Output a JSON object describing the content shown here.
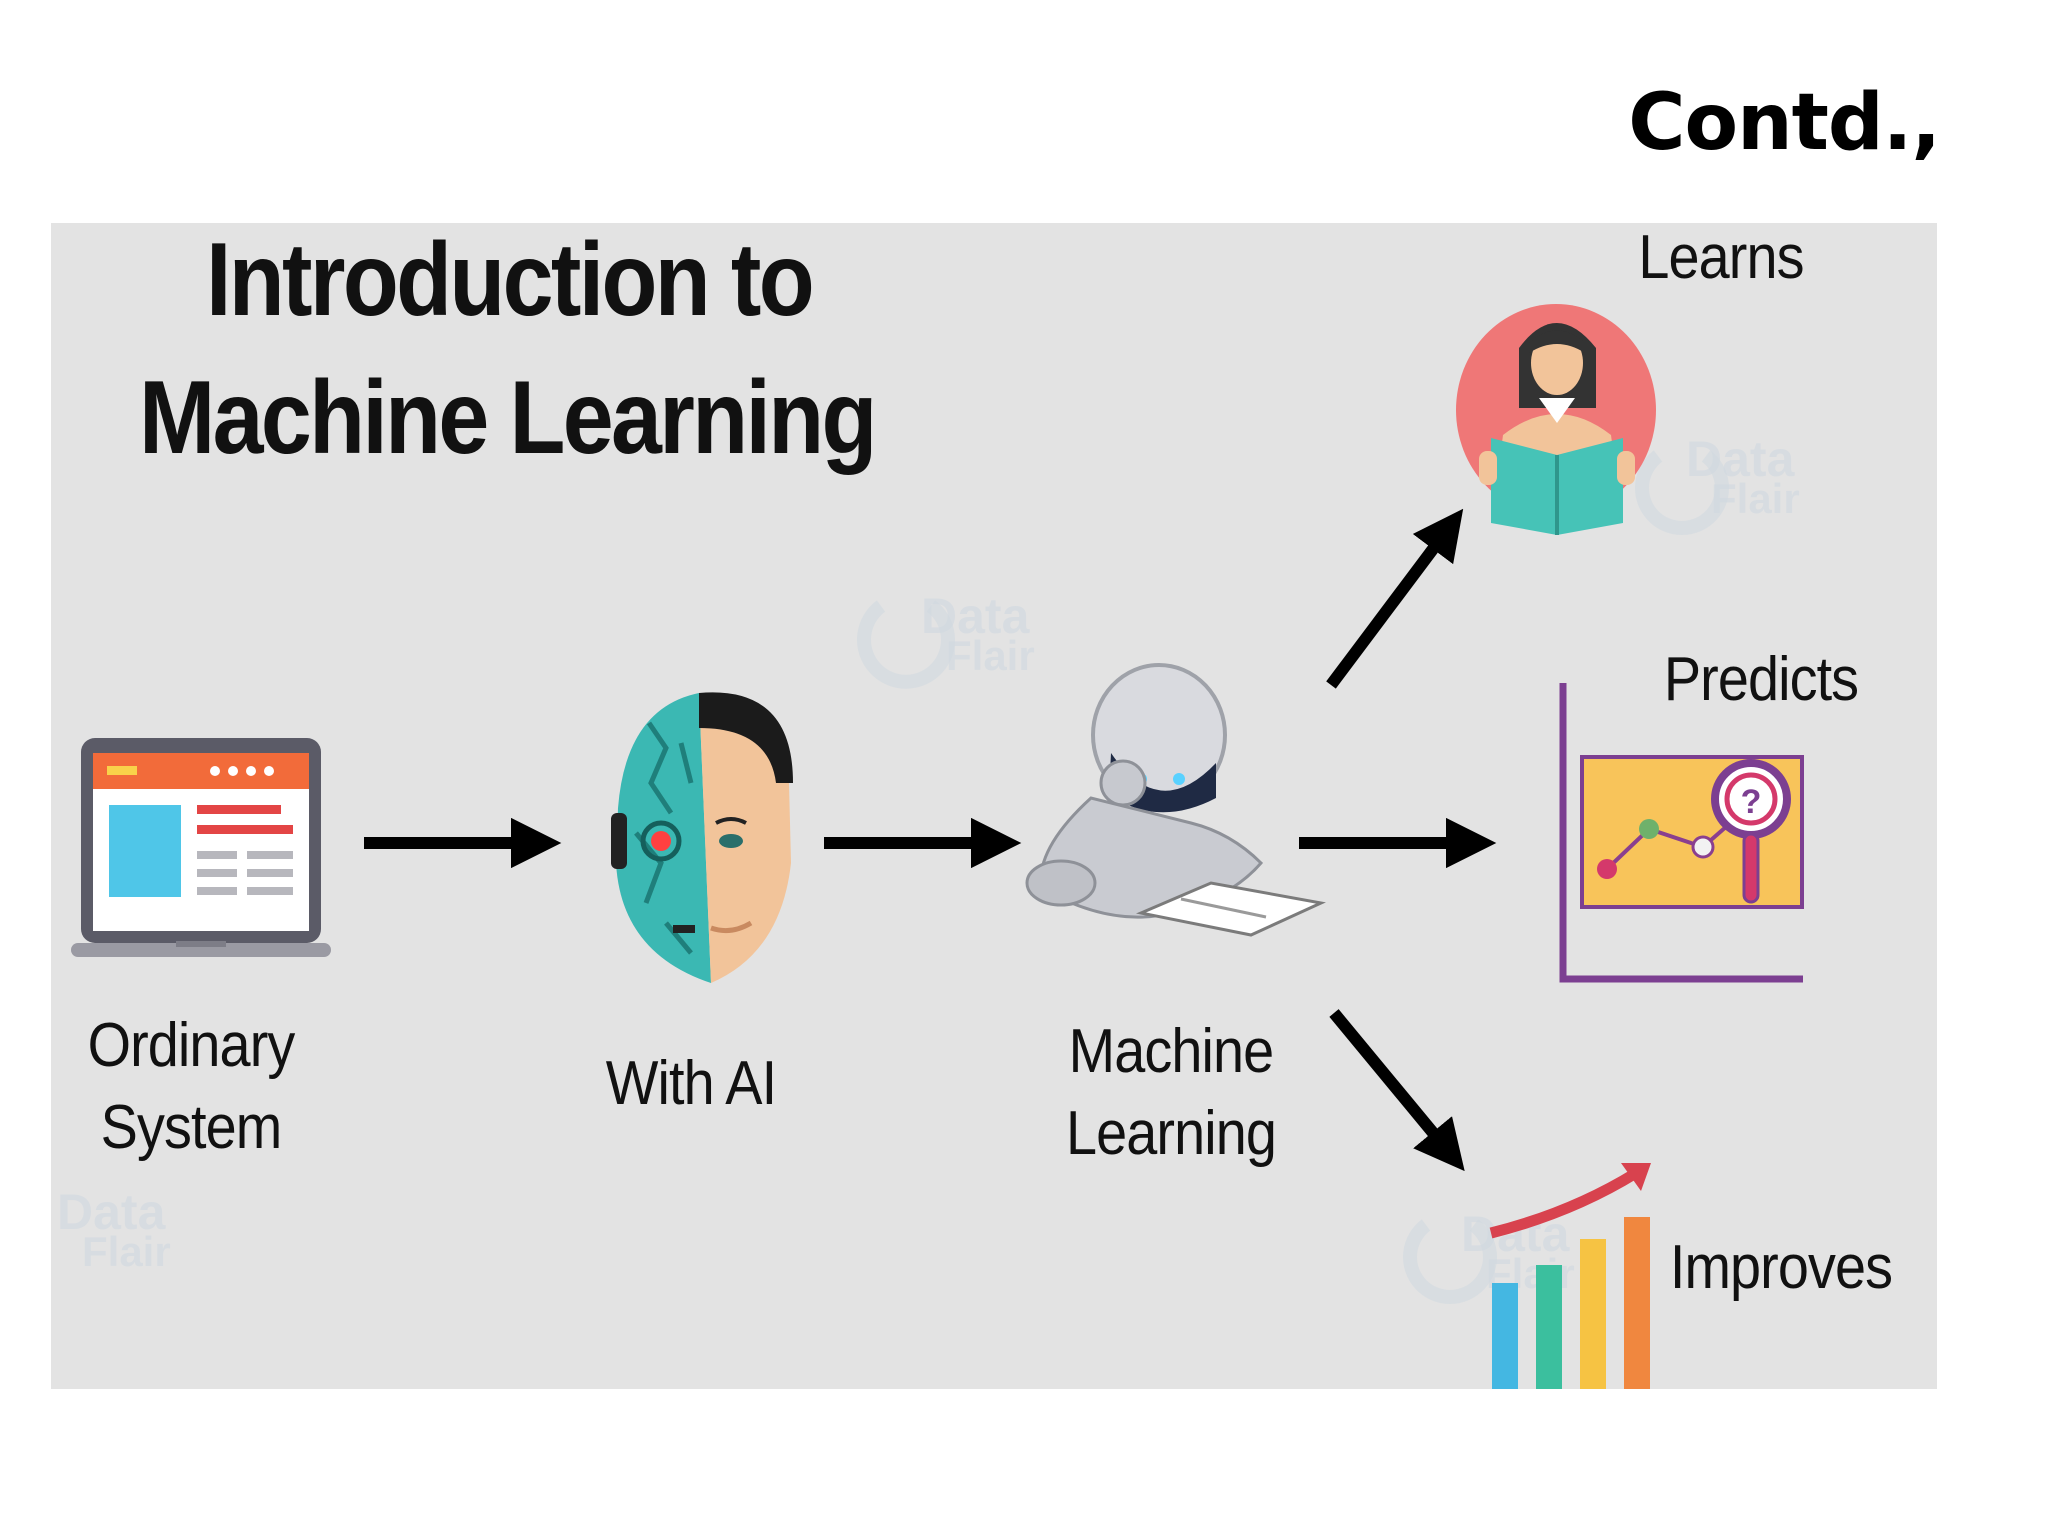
{
  "slide": {
    "heading": "Contd.,"
  },
  "diagram": {
    "title_line1": "Introduction to",
    "title_line2": "Machine Learning",
    "nodes": [
      {
        "id": "ordinary",
        "line1": "Ordinary",
        "line2": "System",
        "icon": "laptop-icon"
      },
      {
        "id": "ai",
        "line1": "With AI",
        "icon": "half-robot-face-icon"
      },
      {
        "id": "ml",
        "line1": "Machine",
        "line2": "Learning",
        "icon": "reading-robot-icon"
      }
    ],
    "outcomes": [
      {
        "id": "learns",
        "label": "Learns",
        "icon": "reading-woman-icon"
      },
      {
        "id": "predicts",
        "label": "Predicts",
        "icon": "magnifier-line-chart-icon"
      },
      {
        "id": "improves",
        "label": "Improves",
        "icon": "growth-bar-chart-icon"
      }
    ],
    "watermark": {
      "line1": "Data",
      "line2": "Flair"
    },
    "colors": {
      "panel": "#e3e3e3",
      "arrow": "#000000",
      "laptop_frame": "#5b5b67",
      "laptop_header": "#f26b3a",
      "laptop_block": "#4fc6e8",
      "ai_circuit": "#3bb8b3",
      "ai_skin": "#f2c49a",
      "learns_circle": "#ef7777",
      "book": "#46c3b7",
      "predicts_axes": "#7c3f91",
      "predicts_panel": "#f8c45a",
      "improves_arrow": "#d8424e"
    }
  }
}
